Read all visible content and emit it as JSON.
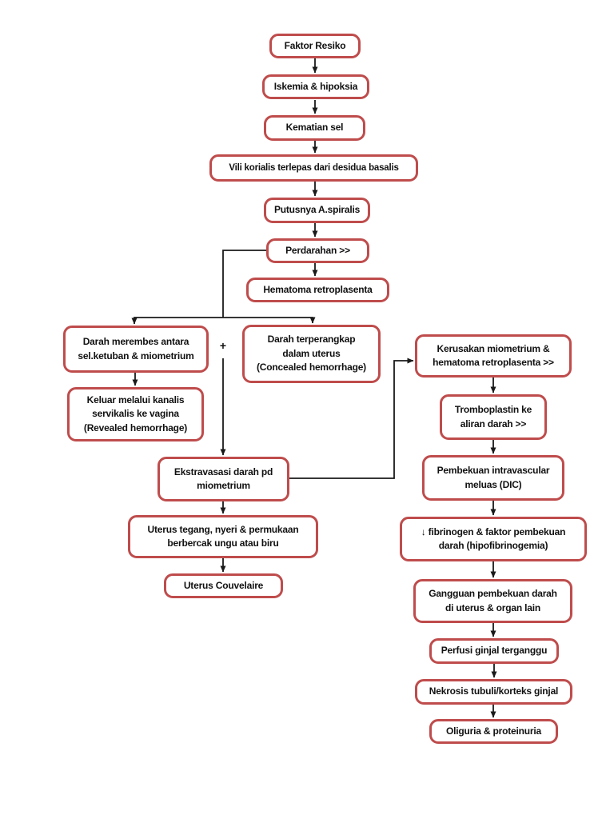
{
  "diagram": {
    "plus_label": "+",
    "nodes": [
      {
        "id": "faktor-resiko",
        "label": "Faktor Resiko"
      },
      {
        "id": "iskemia-hipoksia",
        "label": "Iskemia & hipoksia"
      },
      {
        "id": "kematian-sel",
        "label": "Kematian sel"
      },
      {
        "id": "vili-korialis",
        "label": "Vili korialis terlepas dari desidua basalis"
      },
      {
        "id": "putusnya-a-spiralis",
        "label": "Putusnya A.spiralis"
      },
      {
        "id": "perdarahan",
        "label": "Perdarahan >>"
      },
      {
        "id": "hematoma-retroplasenta",
        "label": "Hematoma retroplasenta"
      },
      {
        "id": "darah-merembes",
        "label": "Darah merembes antara\nsel.ketuban & miometrium"
      },
      {
        "id": "darah-terperangkap",
        "label": "Darah terperangkap\ndalam uterus\n(Concealed hemorrhage)"
      },
      {
        "id": "kerusakan-miometrium",
        "label": "Kerusakan miometrium &\nhematoma retroplasenta >>"
      },
      {
        "id": "keluar-melalui-kanalis",
        "label": "Keluar melalui kanalis\nservikalis ke vagina\n(Revealed hemorrhage)"
      },
      {
        "id": "tromboplastin",
        "label": "Tromboplastin ke\naliran darah >>"
      },
      {
        "id": "ekstravasasi",
        "label": "Ekstravasasi darah pd\nmiometrium"
      },
      {
        "id": "pembekuan-dic",
        "label": "Pembekuan intravascular\nmeluas (DIC)"
      },
      {
        "id": "uterus-tegang",
        "label": "Uterus tegang, nyeri & permukaan\nberbercak ungu atau biru"
      },
      {
        "id": "fibrinogen-turun",
        "label": "↓ fibrinogen & faktor pembekuan\ndarah (hipofibrinogemia)"
      },
      {
        "id": "uterus-couvelaire",
        "label": "Uterus Couvelaire"
      },
      {
        "id": "gangguan-pembekuan",
        "label": "Gangguan pembekuan darah\ndi uterus & organ lain"
      },
      {
        "id": "perfusi-ginjal",
        "label": "Perfusi ginjal terganggu"
      },
      {
        "id": "nekrosis-tubuli",
        "label": "Nekrosis tubuli/korteks ginjal"
      },
      {
        "id": "oliguria-proteinuria",
        "label": "Oliguria & proteinuria"
      }
    ]
  },
  "colors": {
    "box_border": "#bf4c4c",
    "box_fill": "#ffffff",
    "text": "#111111",
    "connector": "#1a1a1a",
    "page_background": "#ffffff"
  }
}
